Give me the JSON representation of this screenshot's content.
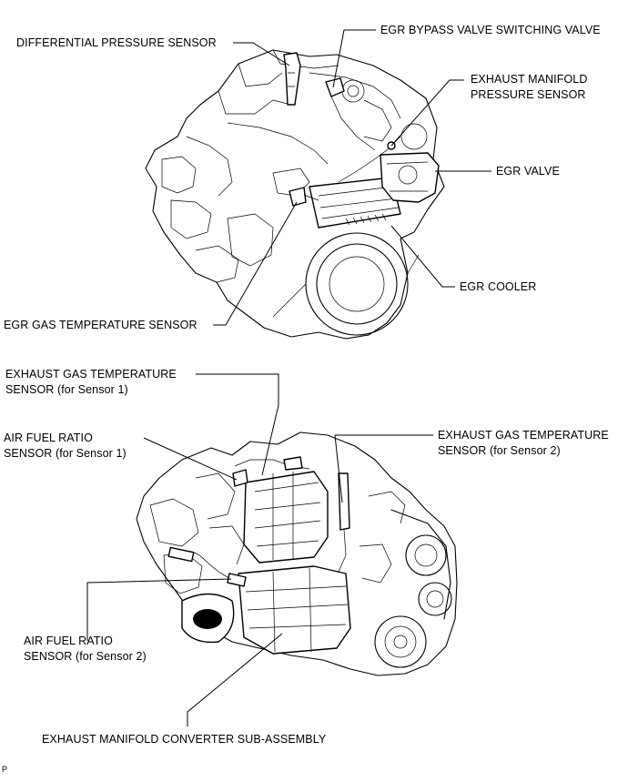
{
  "labels": {
    "differential_pressure_sensor": "DIFFERENTIAL PRESSURE SENSOR",
    "egr_bypass_valve_switching_valve": "EGR BYPASS VALVE SWITCHING VALVE",
    "exhaust_manifold_pressure_sensor": [
      "EXHAUST MANIFOLD",
      "PRESSURE SENSOR"
    ],
    "egr_valve": "EGR VALVE",
    "egr_cooler": "EGR COOLER",
    "egr_gas_temperature_sensor": "EGR GAS TEMPERATURE SENSOR",
    "exhaust_gas_temp_sensor_1": [
      "EXHAUST GAS TEMPERATURE",
      "SENSOR (for Sensor 1)"
    ],
    "air_fuel_ratio_sensor_1": [
      "AIR FUEL RATIO",
      "SENSOR (for Sensor 1)"
    ],
    "exhaust_gas_temp_sensor_2": [
      "EXHAUST GAS TEMPERATURE",
      "SENSOR (for Sensor 2)"
    ],
    "air_fuel_ratio_sensor_2": [
      "AIR FUEL RATIO",
      "SENSOR (for Sensor 2)"
    ],
    "exhaust_manifold_converter": "EXHAUST MANIFOLD CONVERTER SUB-ASSEMBLY"
  },
  "figure_code": "P"
}
